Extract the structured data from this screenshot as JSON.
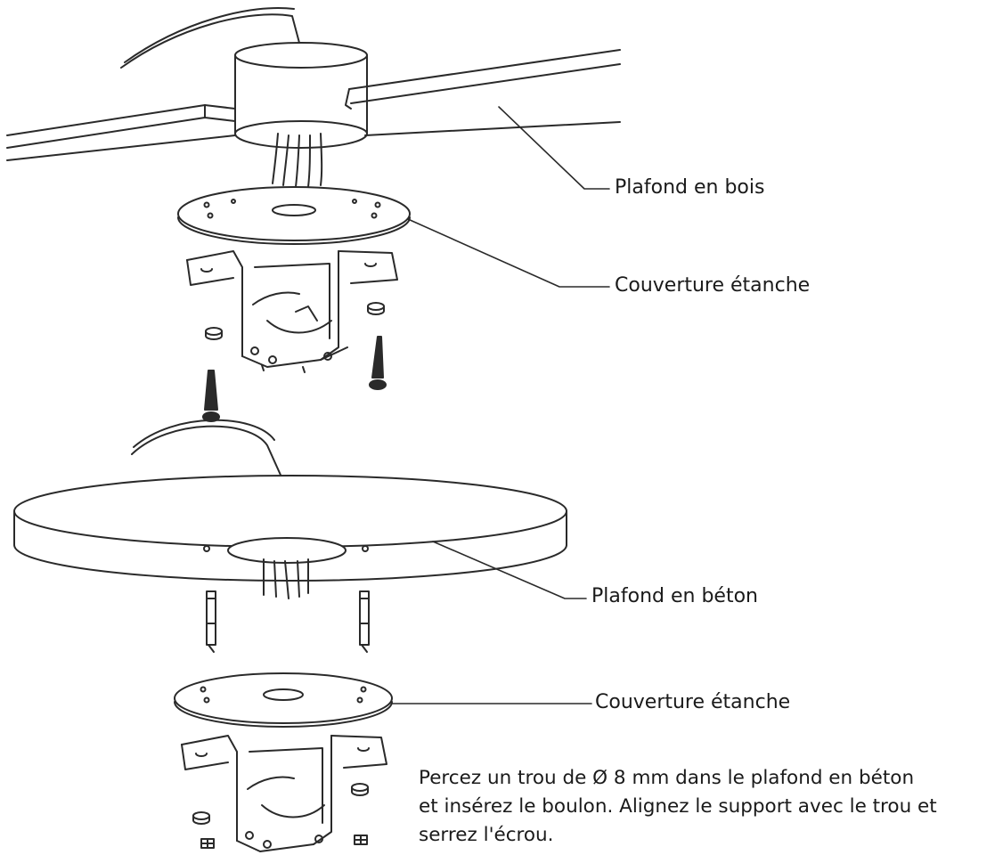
{
  "labels": {
    "wood_ceiling": "Plafond en bois",
    "waterproof_cover_top": "Couverture étanche",
    "concrete_ceiling": "Plafond en béton",
    "waterproof_cover_bottom": "Couverture étanche"
  },
  "instruction": {
    "line1": "Percez un trou de Ø 8 mm dans le plafond en béton",
    "line2": "et insérez le boulon. Alignez le support avec le trou et",
    "line3": "serrez l'écrou."
  }
}
